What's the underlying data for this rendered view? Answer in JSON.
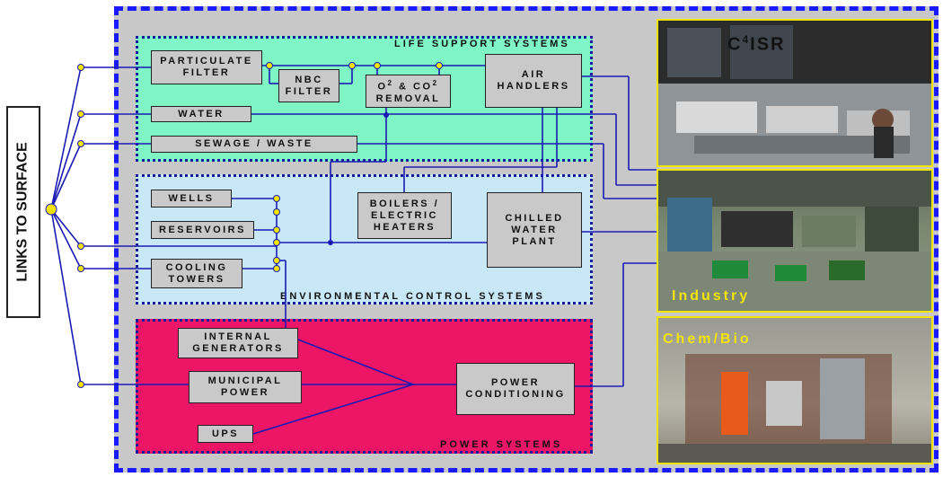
{
  "links": {
    "label": "LINKS TO SURFACE"
  },
  "sections": {
    "life_support": {
      "title": "LIFE SUPPORT SYSTEMS"
    },
    "environmental": {
      "title": "ENVIRONMENTAL CONTROL SYSTEMS"
    },
    "power": {
      "title": "POWER SYSTEMS"
    }
  },
  "boxes": {
    "particulate_filter": "PARTICULATE\nFILTER",
    "nbc_filter": "NBC\nFILTER",
    "o2_co2_removal_a": "O",
    "o2_co2_removal_b": "2",
    "o2_co2_removal_c": " & CO",
    "o2_co2_removal_d": "2",
    "o2_co2_removal_e": "REMOVAL",
    "air_handlers": "AIR\nHANDLERS",
    "water": "WATER",
    "sewage_waste": "SEWAGE / WASTE",
    "wells": "WELLS",
    "reservoirs": "RESERVOIRS",
    "cooling_towers": "COOLING\nTOWERS",
    "boilers_heaters": "BOILERS /\nELECTRIC\nHEATERS",
    "chilled_water_plant": "CHILLED\nWATER\nPLANT",
    "internal_generators": "INTERNAL\nGENERATORS",
    "municipal_power": "MUNICIPAL\nPOWER",
    "ups": "UPS",
    "power_conditioning": "POWER\nCONDITIONING"
  },
  "photos": {
    "c4isr": {
      "label_a": "C",
      "label_b": "4",
      "label_c": "ISR"
    },
    "industry": {
      "label": "Industry"
    },
    "chembio": {
      "label": "Chem/Bio"
    }
  },
  "colors": {
    "frame_border": "#1a1aff",
    "life_support_bg": "#7ff5c6",
    "environmental_bg": "#c8e8f8",
    "power_bg": "#ec1566",
    "wire": "#1a1ab4",
    "node": "#f2e600",
    "photo_label": "#f2e600"
  }
}
